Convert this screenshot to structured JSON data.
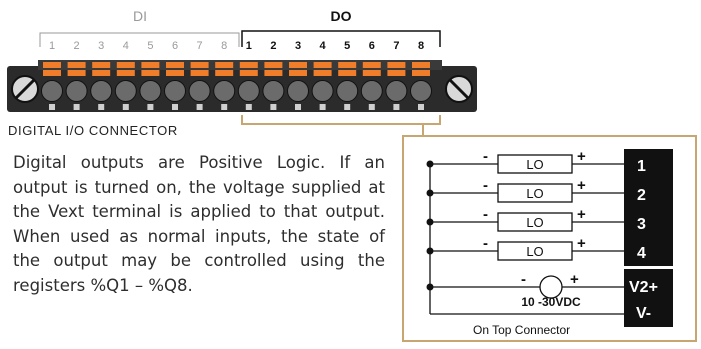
{
  "connector": {
    "di_label": "DI",
    "do_label": "DO",
    "di_numbers": [
      "1",
      "2",
      "3",
      "4",
      "5",
      "6",
      "7",
      "8"
    ],
    "do_numbers": [
      "1",
      "2",
      "3",
      "4",
      "5",
      "6",
      "7",
      "8"
    ],
    "caption": "DIGITAL I/O CONNECTOR"
  },
  "description": "Digital outputs are Positive Logic. If an output is turned on, the voltage supplied at the Vext terminal is applied to that output. When used as normal inputs, the state of the output may be controlled using the registers %Q1 – %Q8.",
  "wiring": {
    "loads": [
      {
        "label": "LO",
        "minus": "-",
        "plus": "+",
        "terminal": "1"
      },
      {
        "label": "LO",
        "minus": "-",
        "plus": "+",
        "terminal": "2"
      },
      {
        "label": "LO",
        "minus": "-",
        "plus": "+",
        "terminal": "3"
      },
      {
        "label": "LO",
        "minus": "-",
        "plus": "+",
        "terminal": "4"
      }
    ],
    "supply": {
      "minus": "-",
      "plus": "+",
      "label": "10 -30VDC"
    },
    "terminal_v2": "V2+",
    "terminal_v": "V-",
    "note": "On Top Connector"
  },
  "colors": {
    "tab_orange": "#f07d2a",
    "bracket_tan": "#c8a671",
    "block_dark": "#2b2b2b",
    "di_gray": "#9a9a9a"
  }
}
